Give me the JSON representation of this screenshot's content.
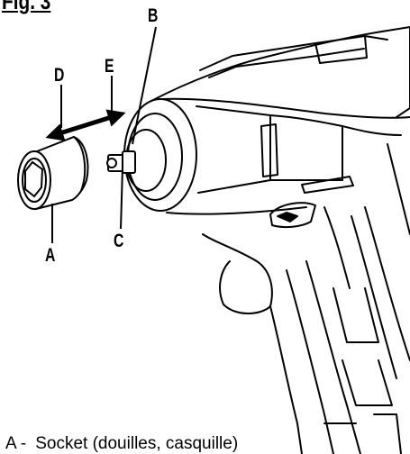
{
  "figure": {
    "title": "Fig. 3"
  },
  "callouts": {
    "a": "A",
    "b": "B",
    "c": "C",
    "d": "D",
    "e": "E"
  },
  "caption": {
    "letter": "A -",
    "text": "Socket (douilles, casquille)"
  },
  "icons": {
    "socket": "socket-icon",
    "drill": "impact-wrench-icon",
    "arrow": "double-arrow-icon"
  }
}
